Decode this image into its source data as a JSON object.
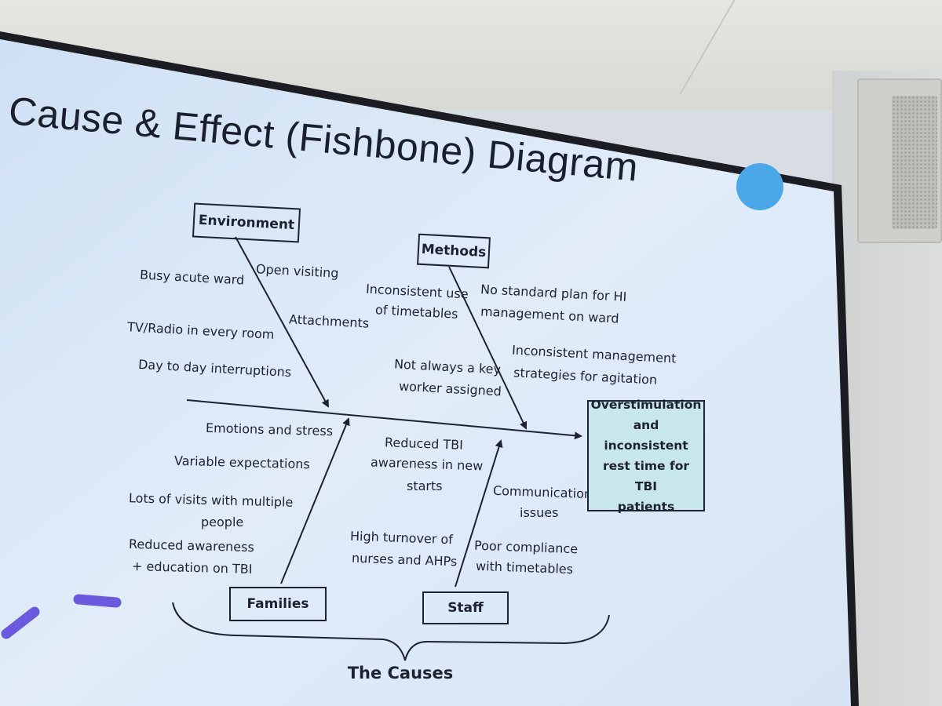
{
  "slide": {
    "title": "Cause & Effect (Fishbone) Diagram"
  },
  "categories": {
    "environment": "Environment",
    "methods": "Methods",
    "families": "Families",
    "staff": "Staff"
  },
  "causes": {
    "environment": [
      "Open visiting",
      "Busy acute ward",
      "Attachments",
      "TV/Radio in every room",
      "Day to day interruptions"
    ],
    "methods": [
      "Inconsistent use",
      "of timetables",
      "No standard plan for HI",
      "management on ward",
      "Inconsistent management",
      "strategies for agitation",
      "Not always a key",
      "worker assigned"
    ],
    "families": [
      "Emotions and stress",
      "Variable expectations",
      "Lots of visits with multiple",
      "people",
      "Reduced awareness",
      "+ education on TBI"
    ],
    "staff": [
      "Reduced TBI",
      "awareness in new",
      "starts",
      "Communication",
      "issues",
      "High turnover of",
      "nurses and AHPs",
      "Poor compliance",
      "with timetables"
    ]
  },
  "effect": {
    "line1": "Overstimulation",
    "line2": "and inconsistent",
    "line3": "rest time for TBI",
    "line4": "patients"
  },
  "footer": {
    "causes_label": "The Causes"
  },
  "colors": {
    "slide_background": "#dce8f6",
    "effect_box": "#c7e7ec",
    "ink": "#1d2230",
    "accent_dot": "#4aa8e8",
    "pen_mark": "#6a5ae0"
  }
}
